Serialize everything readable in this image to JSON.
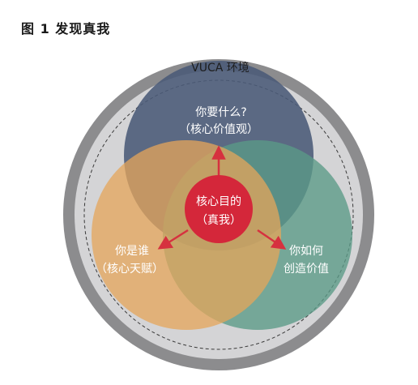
{
  "figure": {
    "title": "图 1  发现真我"
  },
  "environment": {
    "label": "VUCA 环境",
    "color": "#8c8c8e"
  },
  "circles": {
    "top": {
      "line1": "你要什么?",
      "line2": "（核心价值观）",
      "color": "#4a5a78"
    },
    "left": {
      "line1": "你是谁",
      "line2": "（核心天赋）",
      "color": "#e6a65a"
    },
    "right": {
      "line1": "你如何",
      "line2": "创造价值",
      "color": "#5a9a86"
    }
  },
  "center": {
    "line1": "核心目的",
    "line2": "（真我）",
    "color": "#d4273a"
  },
  "arrow_color": "#d6313f"
}
